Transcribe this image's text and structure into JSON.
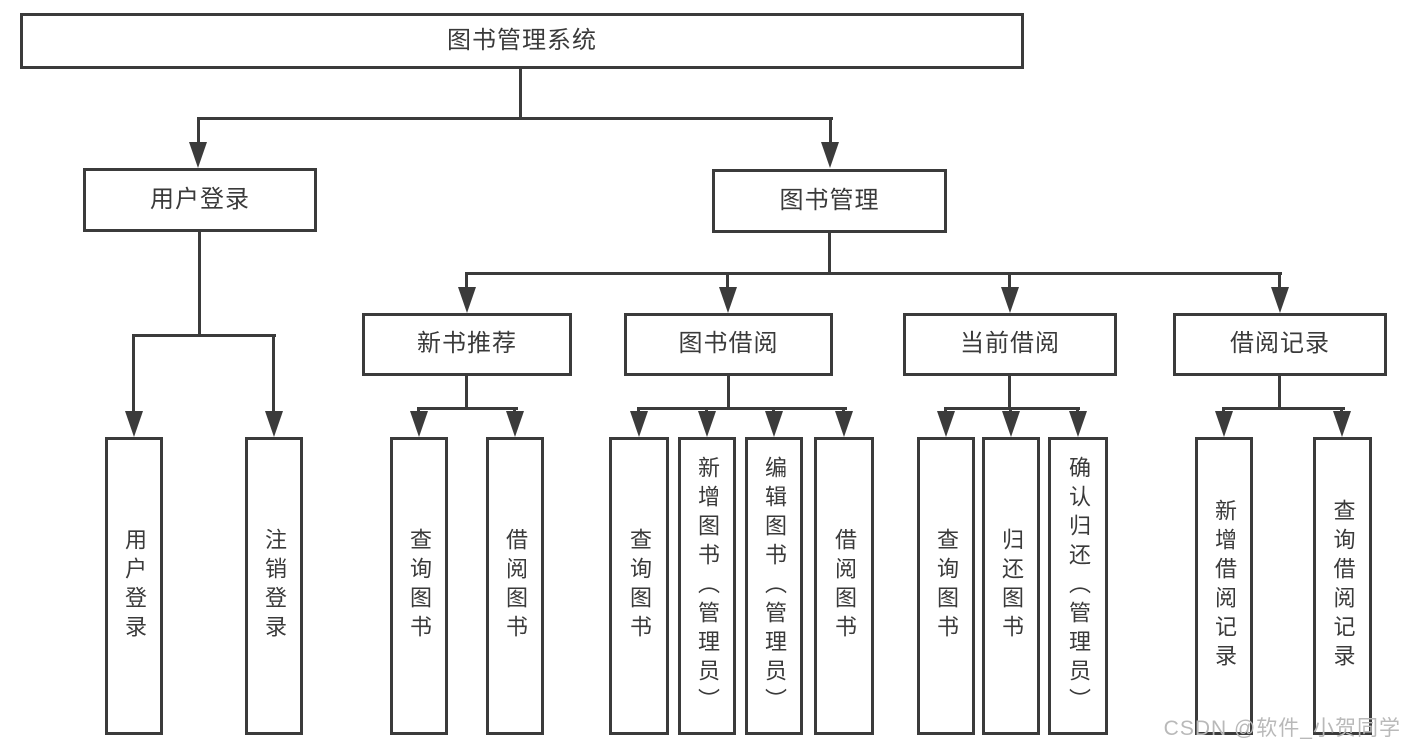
{
  "colors": {
    "line": "#3b3b3b",
    "text": "#3a3a3a",
    "box_background": "#ffffff",
    "page_background": "#ffffff",
    "watermark": "#b9b9b9"
  },
  "nodes": {
    "root": "图书管理系统",
    "level2": [
      "用户登录",
      "图书管理"
    ],
    "level3": [
      "新书推荐",
      "图书借阅",
      "当前借阅",
      "借阅记录"
    ],
    "leaves": {
      "user_login": [
        "用户登录",
        "注销登录"
      ],
      "new_books": [
        "查询图书",
        "借阅图书"
      ],
      "book_borrow": [
        "查询图书",
        "新增图书（管理员）",
        "编辑图书（管理员）",
        "借阅图书"
      ],
      "current_borrow": [
        "查询图书",
        "归还图书",
        "确认归还（管理员）"
      ],
      "borrow_records": [
        "新增借阅记录",
        "查询借阅记录"
      ]
    }
  },
  "watermark": {
    "text": "CSDN @软件_小贺同学"
  }
}
